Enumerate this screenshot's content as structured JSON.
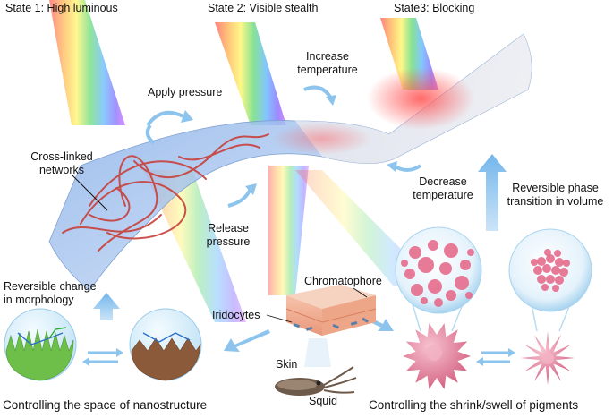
{
  "states": {
    "state1": "State 1: High luminous",
    "state2": "State 2: Visible stealth",
    "state3": "State3: Blocking"
  },
  "actions": {
    "apply_pressure": "Apply pressure",
    "release_pressure_l1": "Release",
    "release_pressure_l2": "pressure",
    "increase_temp_l1": "Increase",
    "increase_temp_l2": "temperature",
    "decrease_temp_l1": "Decrease",
    "decrease_temp_l2": "temperature",
    "reversible_phase_l1": "Reversible phase",
    "reversible_phase_l2": "transition in volume",
    "reversible_morph_l1": "Reversible change",
    "reversible_morph_l2": "in morphology"
  },
  "labels": {
    "crosslinked_l1": "Cross-linked",
    "crosslinked_l2": "networks",
    "chromatophore": "Chromatophore",
    "iridocytes": "Iridocytes",
    "skin": "Skin",
    "squid": "Squid"
  },
  "captions": {
    "left": "Controlling the space of nanostructure",
    "right": "Controlling the shrink/swell of pigments"
  },
  "colors": {
    "film_blue": "#8fb8ea",
    "fiber_red": "#c8403a",
    "arrow_blue": "#8cc4ee",
    "pigment_pink": "#e46c8c",
    "grass_green": "#6dbf4a",
    "cone_brown": "#8a5a3a",
    "skin_peach": "#f2b79a"
  }
}
